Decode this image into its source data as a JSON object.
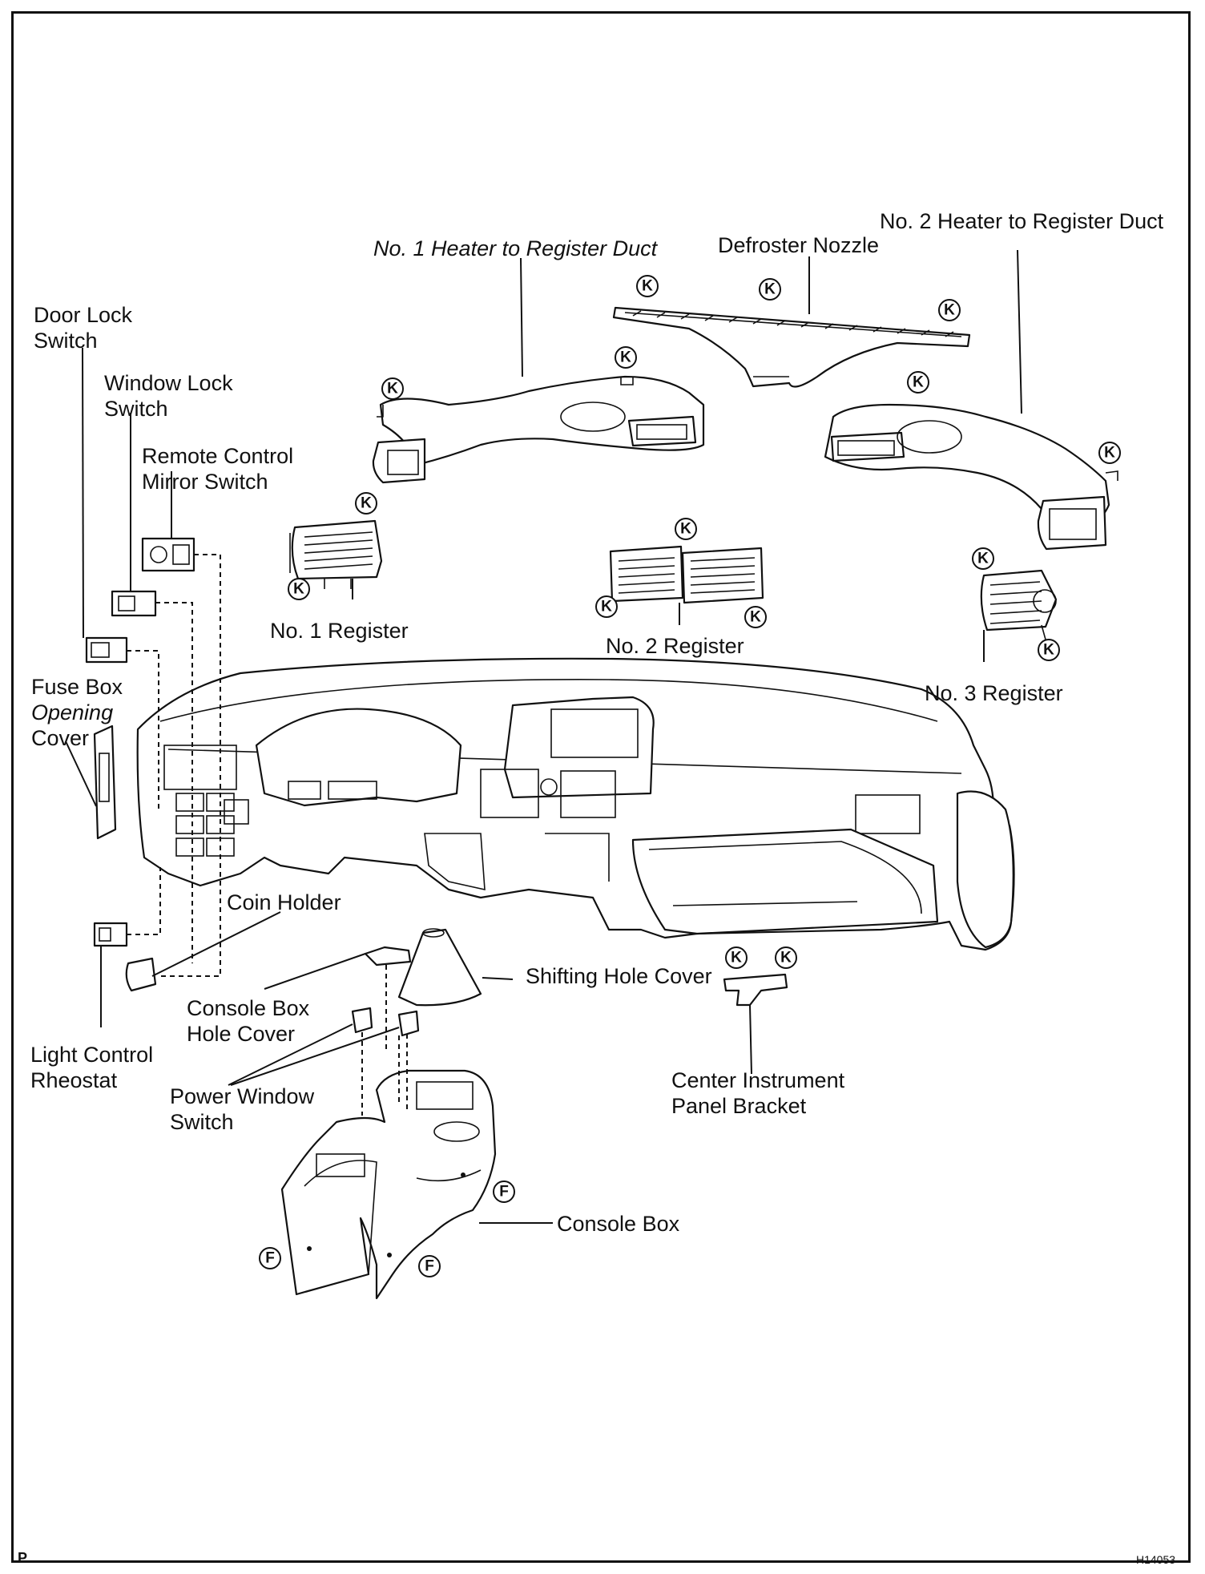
{
  "labels": {
    "no1_heater_duct": "No. 1 Heater to Register Duct",
    "defroster_nozzle": "Defroster Nozzle",
    "no2_heater_duct": "No. 2 Heater to Register Duct",
    "door_lock_switch": [
      "Door Lock",
      "Switch"
    ],
    "window_lock_switch": [
      "Window Lock",
      "Switch"
    ],
    "remote_mirror_switch": [
      "Remote Control",
      "Mirror Switch"
    ],
    "no1_register": "No. 1 Register",
    "no2_register": "No. 2 Register",
    "no3_register": "No. 3 Register",
    "fuse_box_cover": [
      "Fuse Box",
      "Opening",
      "Cover"
    ],
    "coin_holder": "Coin Holder",
    "console_box_hole_cover": [
      "Console Box",
      "Hole Cover"
    ],
    "shifting_hole_cover": "Shifting Hole Cover",
    "light_control_rheostat": [
      "Light Control",
      "Rheostat"
    ],
    "power_window_switch": [
      "Power Window",
      "Switch"
    ],
    "center_panel_bracket": [
      "Center Instrument",
      "Panel Bracket"
    ],
    "console_box": "Console Box"
  },
  "markers": {
    "k": "K",
    "f": "F"
  },
  "footer": {
    "left": "P",
    "right": "H14053"
  }
}
